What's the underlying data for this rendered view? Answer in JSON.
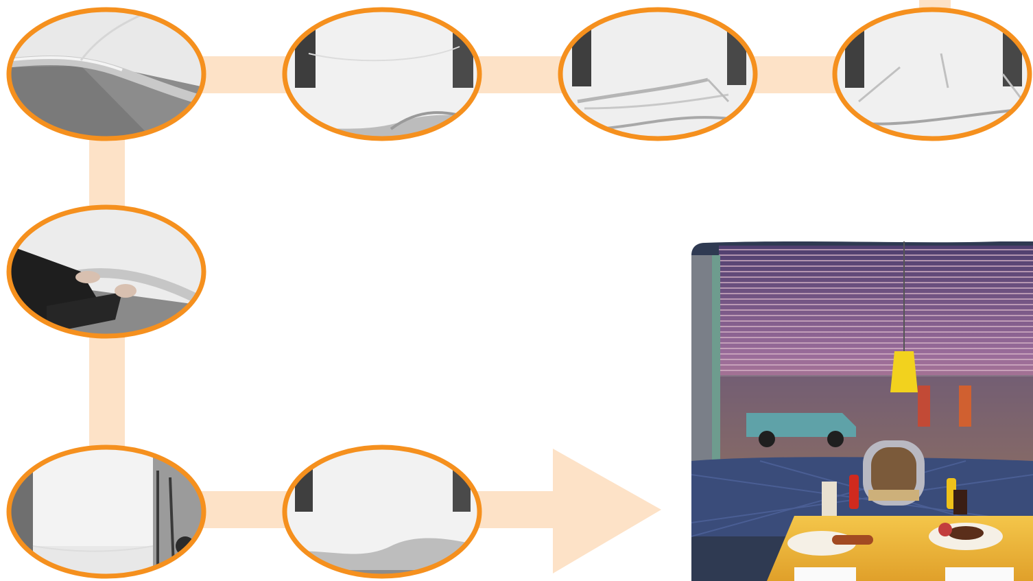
{
  "diagram": {
    "colors": {
      "frame_orange": "#f5901e",
      "connector_peach": "#fde2c7",
      "backdrop_white": "#f2f2f2",
      "backdrop_shadow": "#9a9a9a",
      "diner_purple": "#8a6aa0",
      "diner_yellow": "#f2c230",
      "diner_blue": "#3a4c7a"
    },
    "steps": [
      {
        "id": 1,
        "scene": "tube-clip-closeup-icon"
      },
      {
        "id": 2,
        "scene": "backdrop-wave-icon"
      },
      {
        "id": 3,
        "scene": "backdrop-frame-insert-icon"
      },
      {
        "id": 4,
        "scene": "backdrop-frame-seated-icon"
      },
      {
        "id": 5,
        "scene": "hands-fitting-tube-icon"
      },
      {
        "id": 6,
        "scene": "full-backdrop-stand-icon"
      },
      {
        "id": 7,
        "scene": "backdrop-curved-floor-icon"
      }
    ],
    "result": {
      "scene": "retro-diner-backdrop-icon"
    }
  }
}
